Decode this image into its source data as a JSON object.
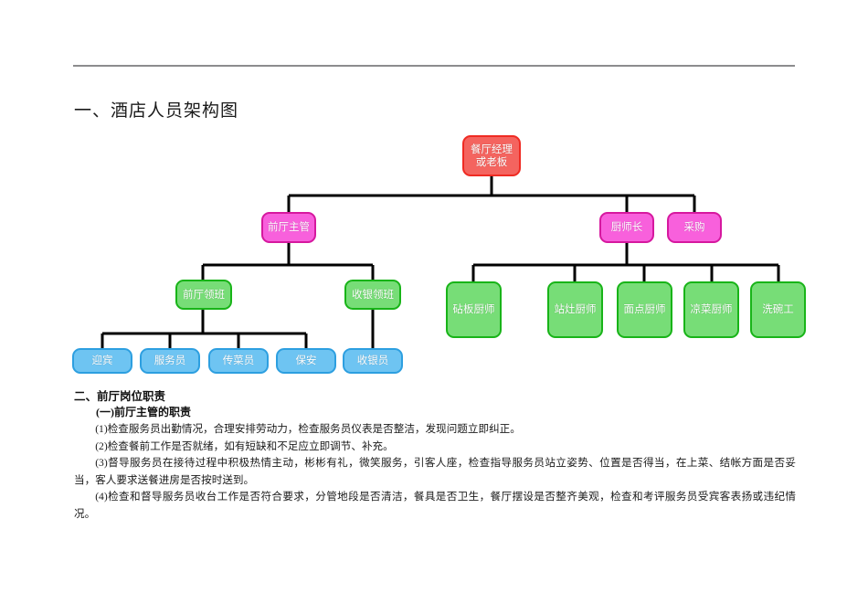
{
  "document": {
    "section1_heading": "一、酒店人员架构图",
    "section2_heading": "二、前厅岗位职责",
    "subsection_heading": "(一)前厅主管的职责",
    "paragraphs": [
      "(1)检查服务员出勤情况，合理安排劳动力，检查服务员仪表是否整洁，发现问题立即纠正。",
      "(2)检查餐前工作是否就绪，如有短缺和不足应立即调节、补充。",
      "(3)督导服务员在接待过程中积极热情主动，彬彬有礼，微笑服务，引客人座，检查指导服务员站立姿势、位置是否得当，在上菜、结帐方面是否妥当，客人要求送餐进房是否按时送到。",
      "(4)检查和督导服务员收台工作是否符合要求，分管地段是否清洁，餐具是否卫生，餐厅摆设是否整齐美观，检查和考评服务员受宾客表扬或违纪情况。"
    ]
  },
  "org_chart": {
    "title": "酒店人员架构图",
    "colors": {
      "red_fill": "#f4645f",
      "red_border": "#ef2b23",
      "magenta_fill": "#f860dc",
      "magenta_border": "#d6189f",
      "green_fill": "#77dd77",
      "green_border": "#18b418",
      "blue_fill": "#6ec4f2",
      "blue_border": "#2d9fe0",
      "connector": "#000000"
    },
    "nodes": {
      "root": "餐厅经理\n或老板",
      "root_line1": "餐厅经理",
      "root_line2": "或老板",
      "front_supervisor": "前厅主管",
      "head_chef": "厨师长",
      "purchasing": "采购",
      "front_foreman": "前厅领班",
      "cashier_foreman": "收银领班",
      "greeter": "迎宾",
      "waiter": "服务员",
      "food_runner": "传菜员",
      "security": "保安",
      "cashier": "收银员",
      "chopping_chef": "砧板厨师",
      "stove_chef": "站灶厨师",
      "pastry_chef": "面点厨师",
      "cold_dish_chef": "凉菜厨师",
      "dishwasher": "洗碗工"
    }
  }
}
